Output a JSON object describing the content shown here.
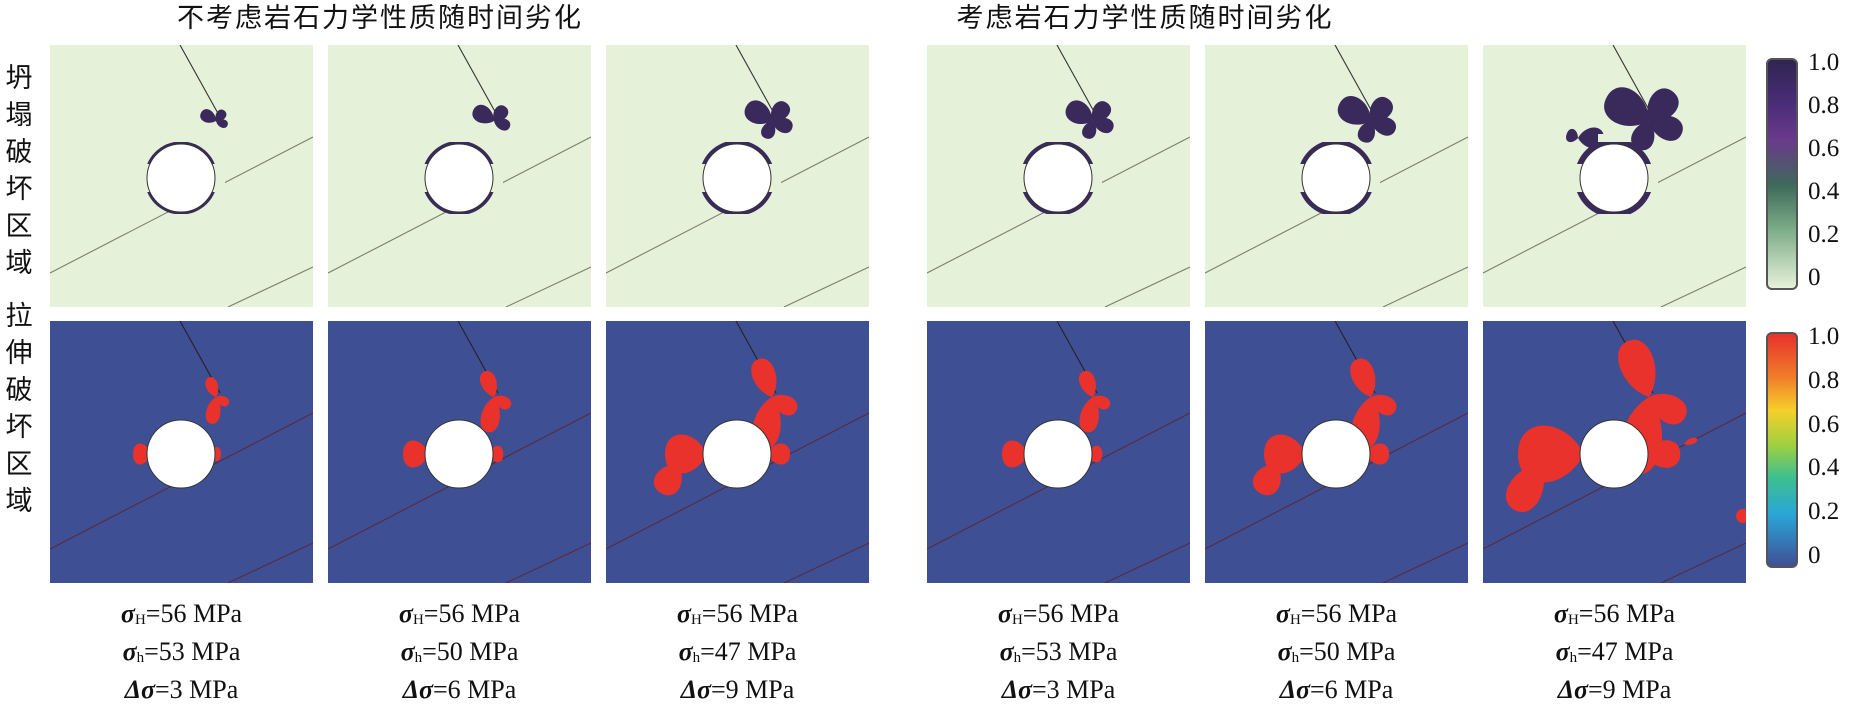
{
  "titles": {
    "left": "不考虑岩石力学性质随时间劣化",
    "right": "考虑岩石力学性质随时间劣化"
  },
  "row_labels": {
    "collapse": [
      "坍",
      "塌",
      "破",
      "坏",
      "区",
      "域"
    ],
    "tensile": [
      "拉",
      "伸",
      "破",
      "坏",
      "区",
      "域"
    ]
  },
  "captions": [
    {
      "sH": "=56 MPa",
      "sh": "=53 MPa",
      "ds": "=3 MPa"
    },
    {
      "sH": "=56 MPa",
      "sh": "=50 MPa",
      "ds": "=6 MPa"
    },
    {
      "sH": "=56 MPa",
      "sh": "=47 MPa",
      "ds": "=9 MPa"
    },
    {
      "sH": "=56 MPa",
      "sh": "=53 MPa",
      "ds": "=3 MPa"
    },
    {
      "sH": "=56 MPa",
      "sh": "=50 MPa",
      "ds": "=6 MPa"
    },
    {
      "sH": "=56 MPa",
      "sh": "=47 MPa",
      "ds": "=9 MPa"
    }
  ],
  "symbols": {
    "sigma": "σ",
    "delta_sigma": "Δσ",
    "sub_H": "H",
    "sub_h": "h"
  },
  "colorbar_collapse_ticks": [
    "1.0",
    "0.8",
    "0.6",
    "0.4",
    "0.2",
    "0"
  ],
  "colorbar_tensile_ticks": [
    "1.0",
    "0.8",
    "0.6",
    "0.4",
    "0.2",
    "0"
  ],
  "colors": {
    "collapse_bg": "#e6f1da",
    "collapse_fail": "#3a2a5c",
    "tensile_bg": "#3f4f94",
    "tensile_fail": "#e8322b",
    "borehole": "#ffffff"
  },
  "collapse_extent": [
    1,
    2,
    3,
    3,
    4,
    6
  ],
  "tensile_extent": [
    1,
    2,
    4,
    2,
    4,
    7
  ]
}
